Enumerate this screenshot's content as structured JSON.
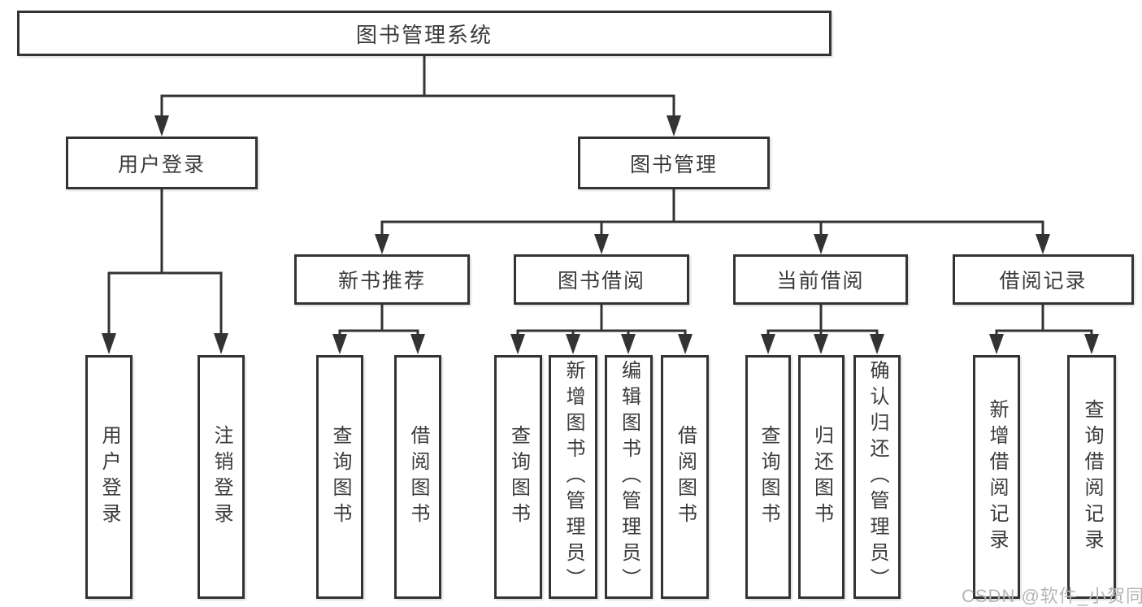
{
  "tree": {
    "root": {
      "label": "图书管理系统",
      "children": [
        {
          "label": "用户登录",
          "children": [
            {
              "label": "用户登录"
            },
            {
              "label": "注销登录"
            }
          ]
        },
        {
          "label": "图书管理",
          "children": [
            {
              "label": "新书推荐",
              "children": [
                {
                  "label": "查询图书"
                },
                {
                  "label": "借阅图书"
                }
              ]
            },
            {
              "label": "图书借阅",
              "children": [
                {
                  "label": "查询图书"
                },
                {
                  "label": "新增图书（管理员）"
                },
                {
                  "label": "编辑图书（管理员）"
                },
                {
                  "label": "借阅图书"
                }
              ]
            },
            {
              "label": "当前借阅",
              "children": [
                {
                  "label": "查询图书"
                },
                {
                  "label": "归还图书"
                },
                {
                  "label": "确认归还（管理员）"
                }
              ]
            },
            {
              "label": "借阅记录",
              "children": [
                {
                  "label": "新增借阅记录"
                },
                {
                  "label": "查询借阅记录"
                }
              ]
            }
          ]
        }
      ]
    }
  },
  "watermark": {
    "text": "CSDN @软件_小贺同学",
    "color": "#b5b5b5"
  },
  "colors": {
    "line": "#333333",
    "box_border": "#333333",
    "box_fill": "#ffffff",
    "text": "#3a3a3a",
    "background": "#ffffff"
  }
}
